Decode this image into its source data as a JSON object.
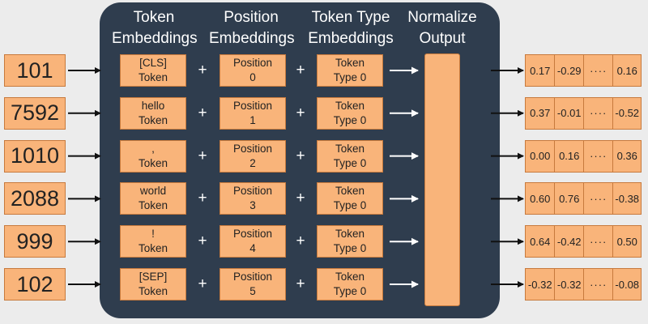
{
  "headers": {
    "token_embeddings": [
      "Token",
      "Embeddings"
    ],
    "position_embeddings": [
      "Position",
      "Embeddings"
    ],
    "token_type_embeddings": [
      "Token Type",
      "Embeddings"
    ],
    "normalize_output": [
      "Normalize",
      "Output"
    ]
  },
  "plus_sign": "+",
  "ellipsis": "····",
  "rows": [
    {
      "id": "101",
      "token": [
        "[CLS]",
        "Token"
      ],
      "position": [
        "Position",
        "0"
      ],
      "type": [
        "Token",
        "Type 0"
      ],
      "vec": [
        "0.17",
        "-0.29",
        "0.16"
      ]
    },
    {
      "id": "7592",
      "token": [
        "hello",
        "Token"
      ],
      "position": [
        "Position",
        "1"
      ],
      "type": [
        "Token",
        "Type 0"
      ],
      "vec": [
        "0.37",
        "-0.01",
        "-0.52"
      ]
    },
    {
      "id": "1010",
      "token": [
        ",",
        "Token"
      ],
      "position": [
        "Position",
        "2"
      ],
      "type": [
        "Token",
        "Type 0"
      ],
      "vec": [
        "0.00",
        "0.16",
        "0.36"
      ]
    },
    {
      "id": "2088",
      "token": [
        "world",
        "Token"
      ],
      "position": [
        "Position",
        "3"
      ],
      "type": [
        "Token",
        "Type 0"
      ],
      "vec": [
        "0.60",
        "0.76",
        "-0.38"
      ]
    },
    {
      "id": "999",
      "token": [
        "!",
        "Token"
      ],
      "position": [
        "Position",
        "4"
      ],
      "type": [
        "Token",
        "Type 0"
      ],
      "vec": [
        "0.64",
        "-0.42",
        "0.50"
      ]
    },
    {
      "id": "102",
      "token": [
        "[SEP]",
        "Token"
      ],
      "position": [
        "Position",
        "5"
      ],
      "type": [
        "Token",
        "Type 0"
      ],
      "vec": [
        "-0.32",
        "-0.32",
        "-0.08"
      ]
    }
  ],
  "colors": {
    "panel": "#2f3d4e",
    "box_fill": "#f9b47a",
    "box_border": "#c77a3d",
    "background": "#ececec"
  }
}
